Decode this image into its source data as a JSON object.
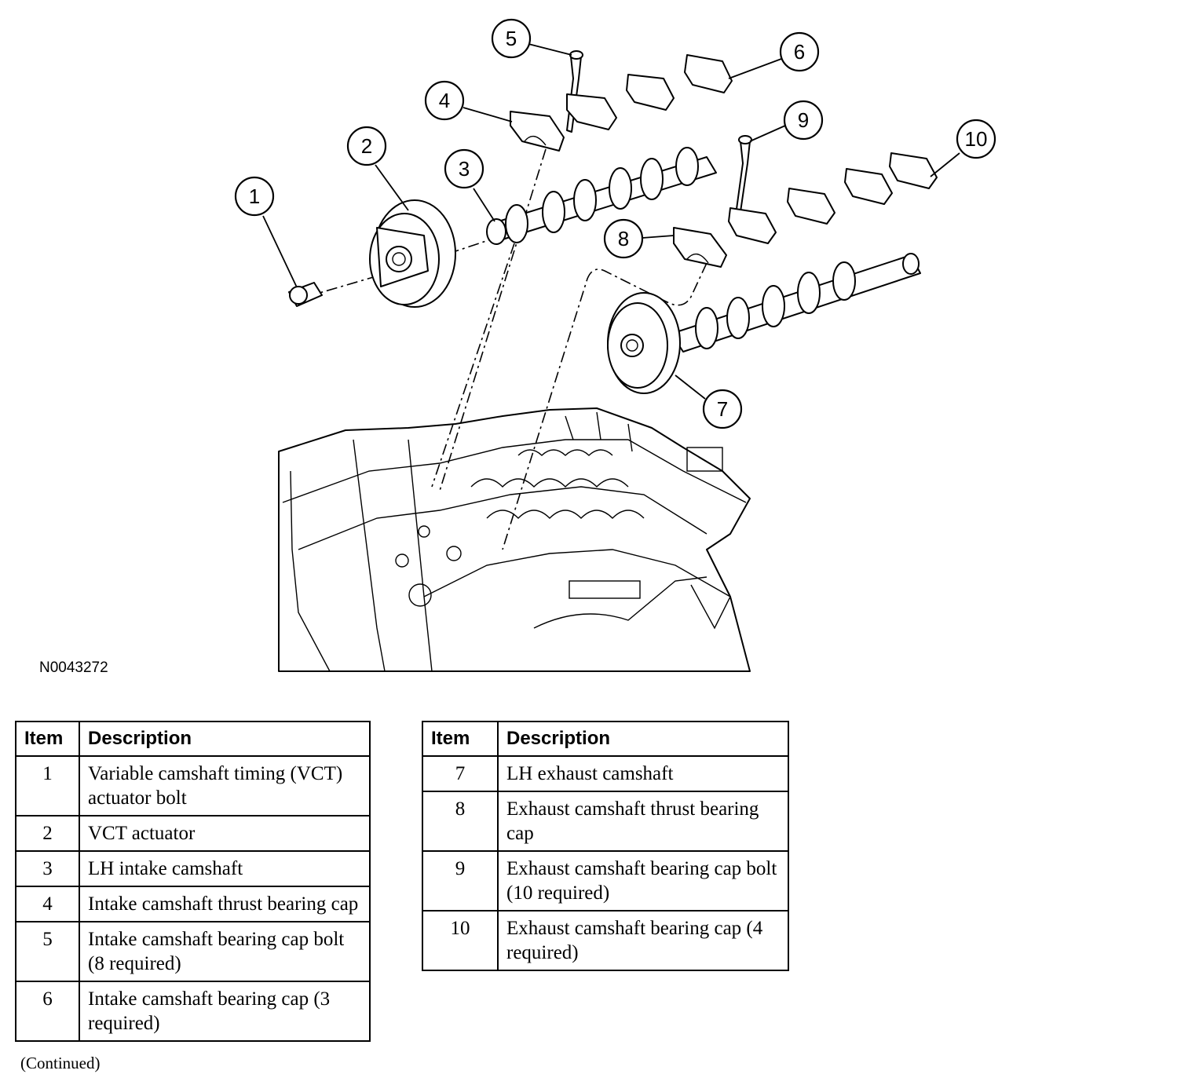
{
  "diagram": {
    "figure_id": "N0043272",
    "callouts": [
      "1",
      "2",
      "3",
      "4",
      "5",
      "6",
      "7",
      "8",
      "9",
      "10"
    ]
  },
  "table_left": {
    "headers": [
      "Item",
      "Description"
    ],
    "rows": [
      {
        "item": "1",
        "description": "Variable camshaft timing (VCT) actuator bolt"
      },
      {
        "item": "2",
        "description": "VCT actuator"
      },
      {
        "item": "3",
        "description": "LH intake camshaft"
      },
      {
        "item": "4",
        "description": "Intake camshaft thrust bearing cap"
      },
      {
        "item": "5",
        "description": "Intake camshaft bearing cap bolt (8 required)"
      },
      {
        "item": "6",
        "description": "Intake camshaft bearing cap (3 required)"
      }
    ]
  },
  "table_right": {
    "headers": [
      "Item",
      "Description"
    ],
    "rows": [
      {
        "item": "7",
        "description": "LH exhaust camshaft"
      },
      {
        "item": "8",
        "description": "Exhaust camshaft thrust bearing cap"
      },
      {
        "item": "9",
        "description": "Exhaust camshaft bearing cap bolt (10 required)"
      },
      {
        "item": "10",
        "description": "Exhaust camshaft bearing cap (4 required)"
      }
    ]
  },
  "footer": {
    "continued": "(Continued)"
  }
}
